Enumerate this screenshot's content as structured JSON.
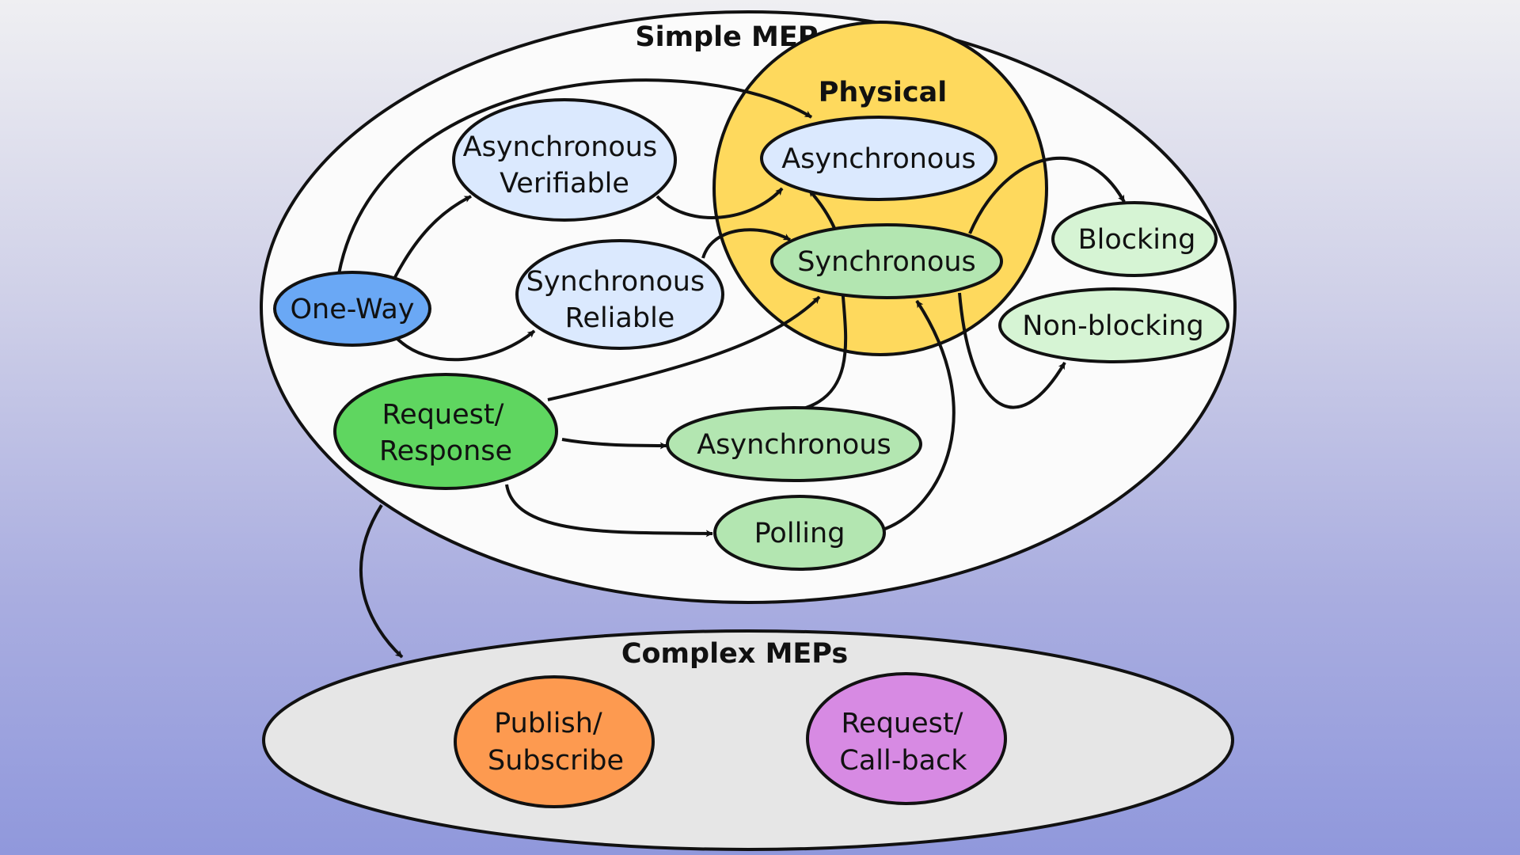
{
  "groups": {
    "simple": {
      "label": "Simple MEPs",
      "color": "#fbfbfb"
    },
    "physical": {
      "label": "Physical",
      "color": "#fed95d"
    },
    "complex": {
      "label": "Complex MEPs",
      "color": "#e6e6e6"
    }
  },
  "nodes": {
    "one_way": {
      "lines": [
        "One-Way"
      ],
      "color": "#6aa8f5"
    },
    "async_verifiable": {
      "lines": [
        "Asynchronous",
        "Verifiable"
      ],
      "color": "#dbe9fe"
    },
    "sync_reliable": {
      "lines": [
        "Synchronous",
        "Reliable"
      ],
      "color": "#dbe9fe"
    },
    "phys_async": {
      "lines": [
        "Asynchronous"
      ],
      "color": "#dbe9fe"
    },
    "phys_sync": {
      "lines": [
        "Synchronous"
      ],
      "color": "#b3e6b1"
    },
    "blocking": {
      "lines": [
        "Blocking"
      ],
      "color": "#d6f4d4"
    },
    "non_blocking": {
      "lines": [
        "Non-blocking"
      ],
      "color": "#d6f4d4"
    },
    "request_response": {
      "lines": [
        "Request/",
        "Response"
      ],
      "color": "#5fd660"
    },
    "rr_async": {
      "lines": [
        "Asynchronous"
      ],
      "color": "#b3e6b1"
    },
    "polling": {
      "lines": [
        "Polling"
      ],
      "color": "#b3e6b1"
    },
    "publish_subscribe": {
      "lines": [
        "Publish/",
        "Subscribe"
      ],
      "color": "#fd9a50"
    },
    "request_callback": {
      "lines": [
        "Request/",
        "Call-back"
      ],
      "color": "#d78ae3"
    }
  },
  "edges": [
    {
      "from": "one_way",
      "to": "phys_async"
    },
    {
      "from": "one_way",
      "to": "async_verifiable"
    },
    {
      "from": "one_way",
      "to": "sync_reliable"
    },
    {
      "from": "async_verifiable",
      "to": "phys_async"
    },
    {
      "from": "sync_reliable",
      "to": "phys_sync"
    },
    {
      "from": "request_response",
      "to": "phys_sync"
    },
    {
      "from": "request_response",
      "to": "rr_async"
    },
    {
      "from": "request_response",
      "to": "polling"
    },
    {
      "from": "rr_async",
      "to": "phys_async"
    },
    {
      "from": "polling",
      "to": "phys_sync"
    },
    {
      "from": "phys_sync",
      "to": "blocking"
    },
    {
      "from": "phys_sync",
      "to": "non_blocking"
    },
    {
      "from": "simple",
      "to": "complex"
    }
  ]
}
